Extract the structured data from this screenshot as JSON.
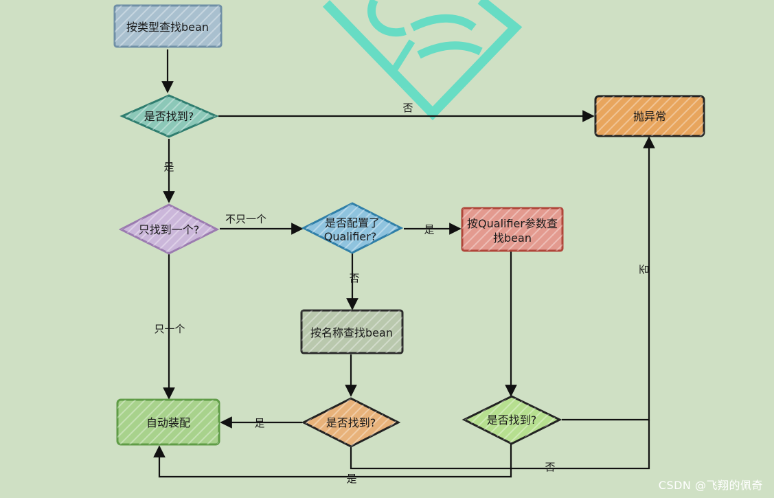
{
  "colors": {
    "background": "#cfe0c4",
    "edge": "#111111"
  },
  "nodes": {
    "find_by_type": {
      "label": "按类型查找bean",
      "stroke": "#6f8fa6",
      "fill": "#a9c0cf"
    },
    "found_q1": {
      "label": "是否找到?",
      "stroke": "#2f7d6f",
      "fill": "#8cc8b8"
    },
    "throw": {
      "label": "抛异常",
      "stroke": "#222222",
      "fill": "#e8a55d"
    },
    "only_one_q": {
      "label": "只找到一个?",
      "stroke": "#9b7bb0",
      "fill": "#cbb7da"
    },
    "qualifier_q": {
      "line1": "是否配置了",
      "line2": "Qualifier?",
      "stroke": "#2f7fa8",
      "fill": "#8fc3de"
    },
    "find_by_qualifier": {
      "line1": "按Qualifier参数查",
      "line2": "找bean",
      "stroke": "#b0463a",
      "fill": "#e39a8f"
    },
    "find_by_name": {
      "label": "按名称查找bean",
      "stroke": "#2a2a2a",
      "fill": "#b9c8ad"
    },
    "autowire": {
      "label": "自动装配",
      "stroke": "#5f9c46",
      "fill": "#a8d28c"
    },
    "found_q2": {
      "label": "是否找到?",
      "stroke": "#222222",
      "fill": "#e8b27a"
    },
    "found_q3": {
      "label": "是否找到?",
      "stroke": "#222222",
      "fill": "#b6df8f"
    }
  },
  "edges": {
    "label_no_top": "否",
    "label_yes_1": "是",
    "label_not_only_one": "不只一个",
    "label_yes_qualifier": "是",
    "label_no_qualifier": "否",
    "label_only_one": "只一个",
    "label_yes_name": "是",
    "label_no_right": "否",
    "label_no_bottom": "否",
    "label_yes_bottom": "是"
  },
  "watermark": "CSDN @飞翔的佩奇"
}
